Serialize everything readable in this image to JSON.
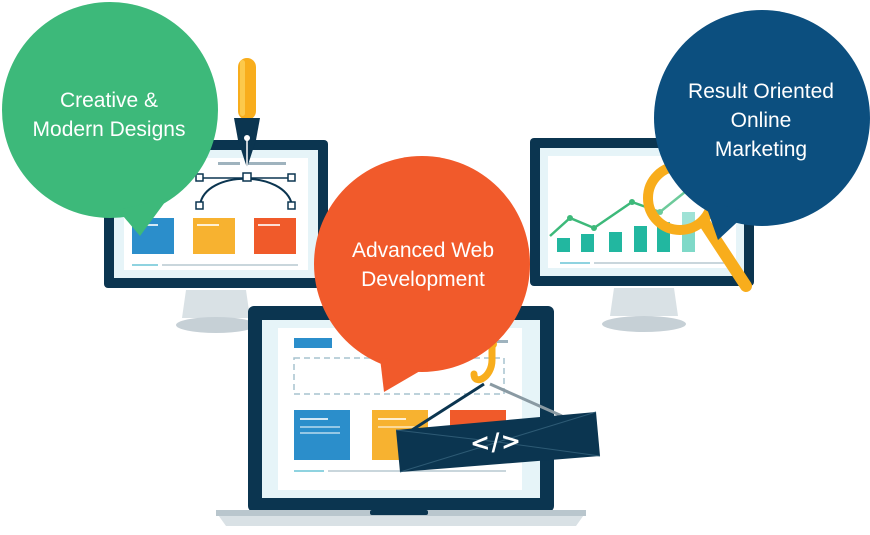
{
  "bubbles": {
    "creative": "Creative &\nModern Designs",
    "advanced": "Advanced Web\nDevelopment",
    "result": "Result Oriented\nOnline\nMarketing"
  },
  "code_banner": {
    "label": "</>"
  },
  "icons": {
    "pen": "pen-tool-icon",
    "magnifier": "magnifier-icon",
    "hook": "hook-icon",
    "code": "code-banner-icon"
  },
  "colors": {
    "green": "#3db97a",
    "orange": "#f15a2b",
    "navy": "#0c4f7f",
    "dark": "#0b3550",
    "blue_card": "#2b8ecb",
    "yellow_card": "#f7b230",
    "red_card": "#f05a2a",
    "teal": "#22b7a0",
    "pen_yellow": "#f8ad1c"
  }
}
